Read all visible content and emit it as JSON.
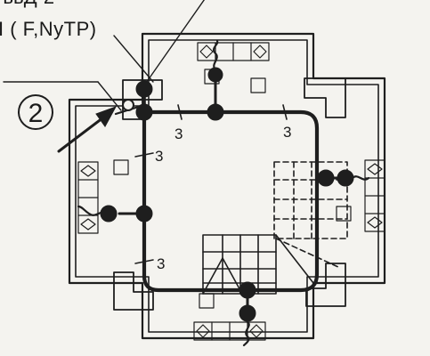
{
  "header": {
    "line1": "-ввД-2",
    "line2": "I ( F,NyTP)"
  },
  "circuit": {
    "marker": "2",
    "wire_counts": [
      "3",
      "3",
      "3",
      "3"
    ]
  }
}
